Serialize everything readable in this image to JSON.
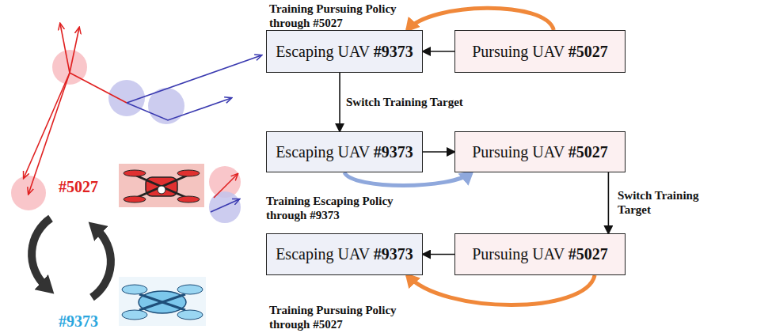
{
  "diagram": {
    "nodes": [
      {
        "text": [
          "Escaping UAV #9373"
        ]
      },
      {
        "text": [
          "Pursuing UAV #5027"
        ]
      },
      {
        "text": [
          "Escaping UAV #9373"
        ]
      },
      {
        "text": [
          "Pursuing UAV #5027"
        ]
      },
      {
        "text": [
          "Escaping UAV #9373"
        ]
      },
      {
        "text": [
          "Pursuing UAV #5027"
        ]
      }
    ],
    "edges": [
      {
        "from": 1,
        "to": 0,
        "arrow": "to"
      },
      {
        "from": 0,
        "to": 2,
        "arrow": "to",
        "label": "Switch Training Target"
      },
      {
        "from": 2,
        "to": 3,
        "arrow": "to"
      },
      {
        "from": 3,
        "to": 5,
        "arrow": "to",
        "label": "Switch Training Target"
      },
      {
        "from": 5,
        "to": 4,
        "arrow": "to"
      },
      {
        "from": 1,
        "to": 0,
        "arrow": "to"
      },
      {
        "from": 2,
        "to": 3,
        "arrow": "to"
      },
      {
        "from": 5,
        "to": 4,
        "arrow": "to"
      }
    ],
    "labels": [
      "Training Pursuing Policy through #5027",
      "Training Escaping Policy through #9373",
      "Training Pursuing Policy through #5027",
      "#5027",
      "#9373"
    ]
  }
}
